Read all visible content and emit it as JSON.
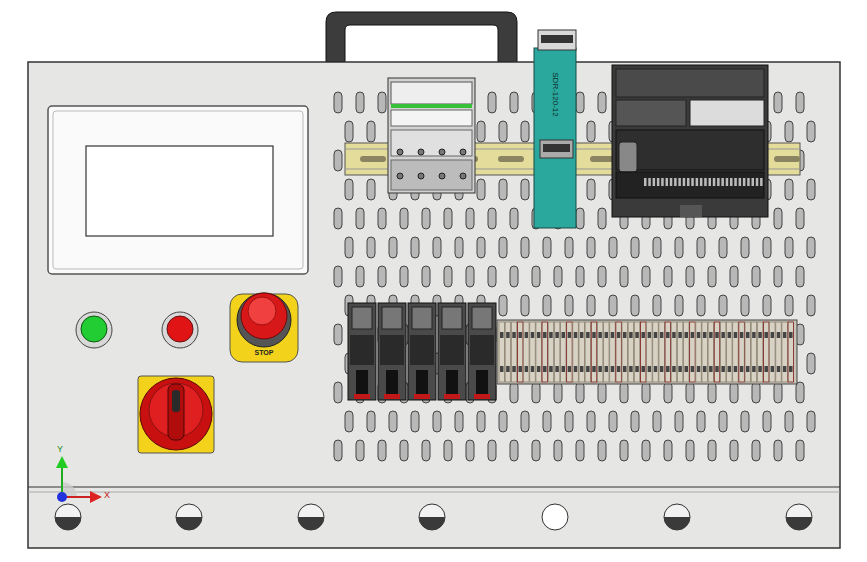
{
  "diagram": {
    "nodes": [
      {
        "text": [
          "SDR-120-12"
        ]
      },
      {
        "text": [
          "STOP"
        ]
      }
    ],
    "labels": [
      "Y",
      "X"
    ]
  }
}
